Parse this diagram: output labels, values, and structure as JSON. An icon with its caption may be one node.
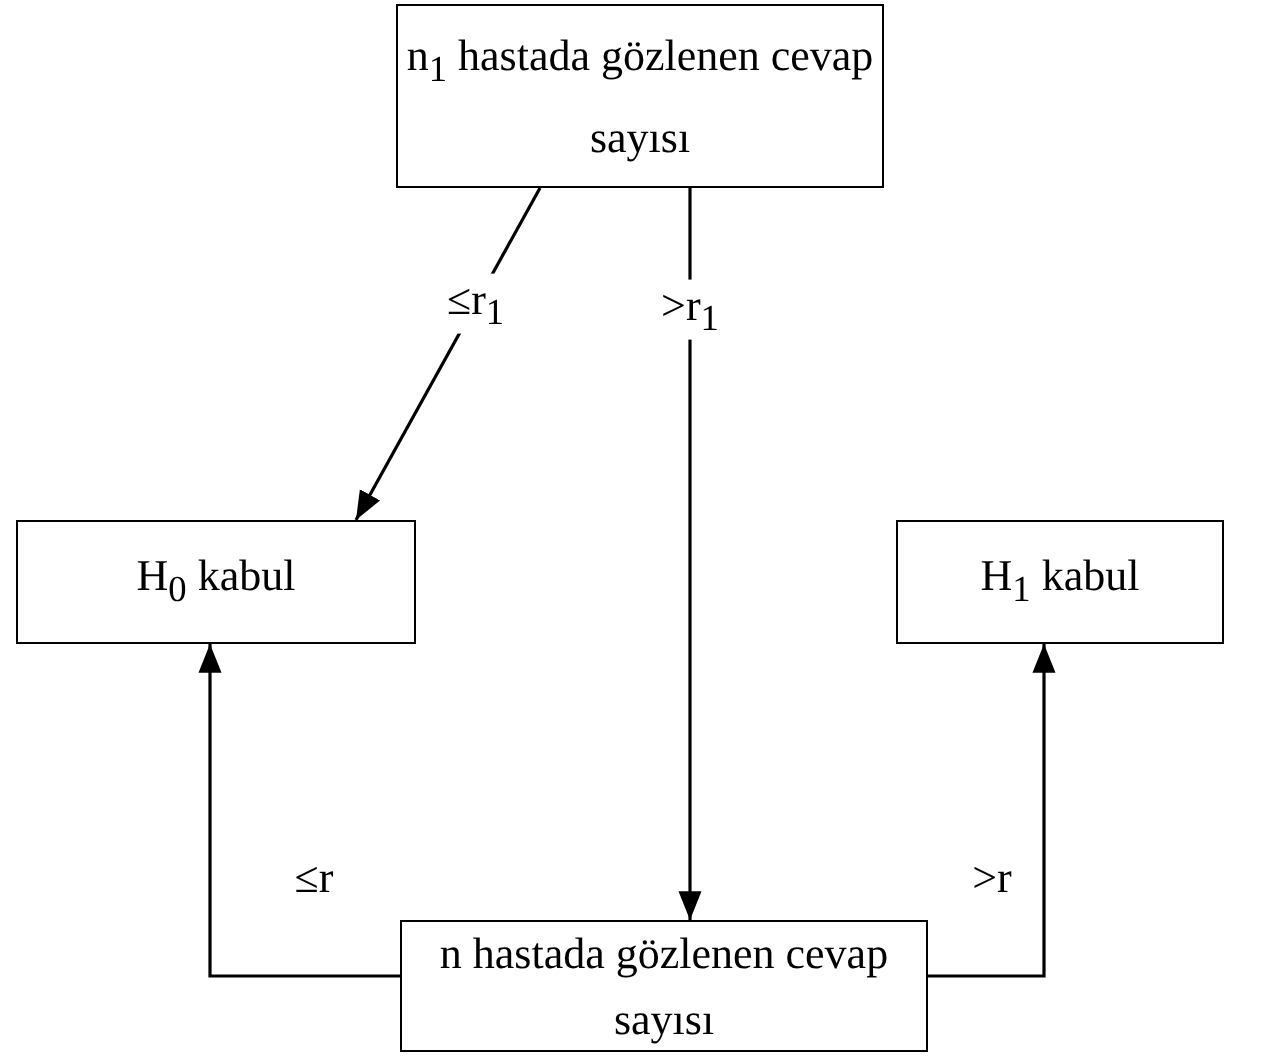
{
  "diagram": {
    "nodes": [
      {
        "text": [
          "n$_{1}$ hastada gözlenen cevap sayısı"
        ]
      },
      {
        "text": [
          "H$_{0}$ kabul"
        ]
      },
      {
        "text": [
          "H$_{1}$ kabul"
        ]
      },
      {
        "text": [
          "n hastada gözlenen cevap sayısı"
        ]
      }
    ],
    "edges": [
      {
        "from": 0,
        "to": 1,
        "arrow": "to",
        "label": "≤r$_{1}$"
      },
      {
        "from": 0,
        "to": 3,
        "arrow": "to",
        "label": ">r$_{1}$"
      },
      {
        "from": 3,
        "to": 1,
        "arrow": "to",
        "label": "≤r"
      },
      {
        "from": 3,
        "to": 2,
        "arrow": "to",
        "label": ">r"
      }
    ]
  }
}
